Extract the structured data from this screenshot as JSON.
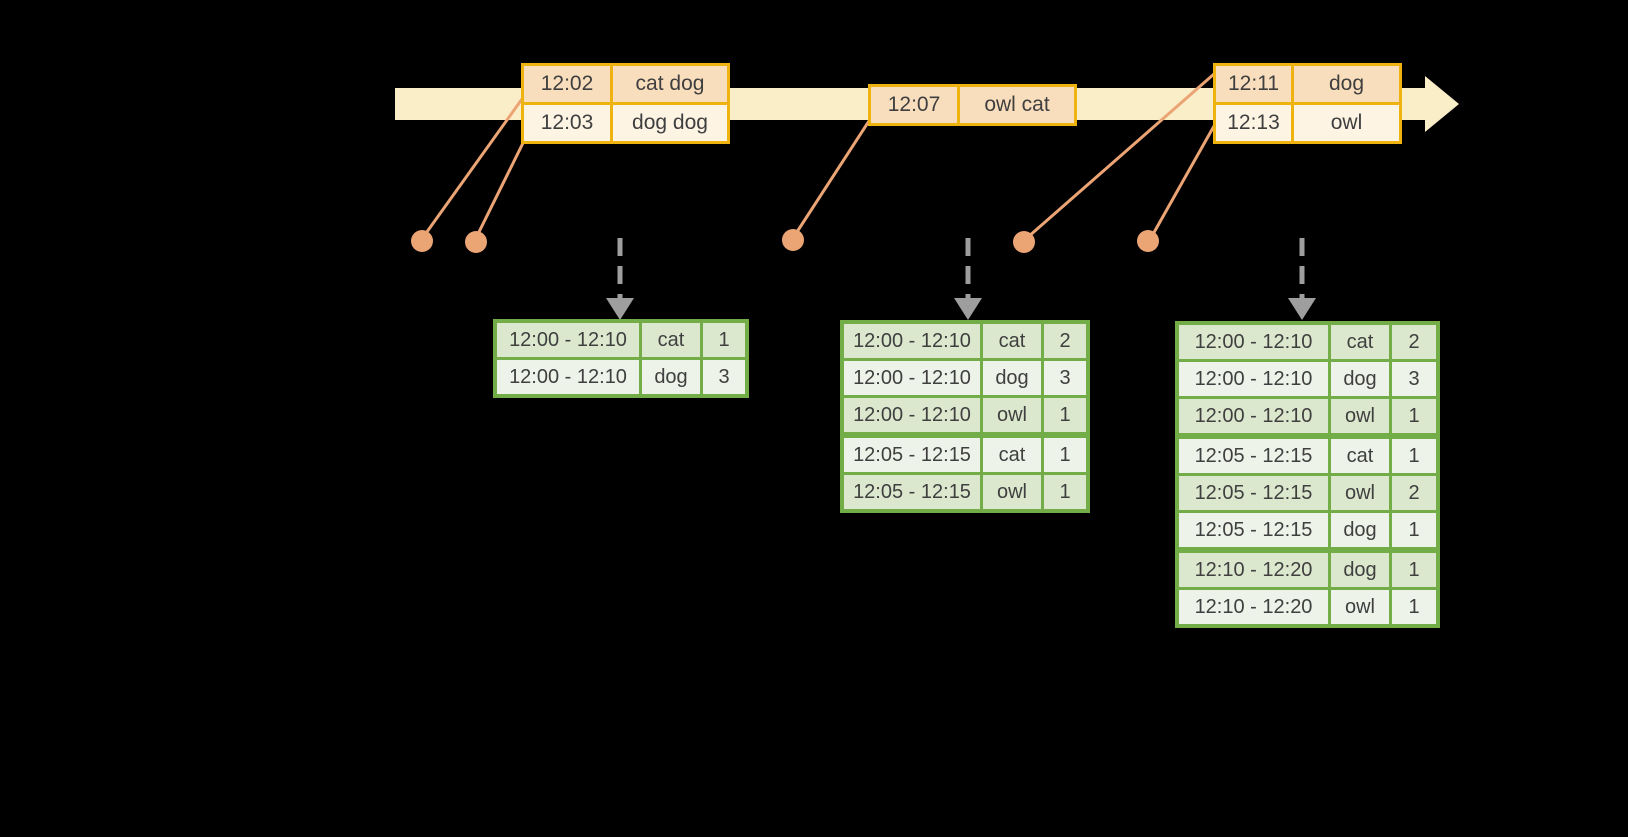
{
  "colors": {
    "canvas": "#000000",
    "timeline": "#FAEEC8",
    "gold": "#EFB310",
    "evDark": "#F9DEBD",
    "evLight": "#FDF4E4",
    "connector": "#EBA474",
    "grayArrow": "#9E9E9E",
    "green": "#72AD47",
    "resDark": "#DCE8CE",
    "resLight": "#EEF3E9",
    "text": "#3F3F3F"
  },
  "event_groups": [
    {
      "rows": [
        [
          "12:02",
          "cat dog"
        ],
        [
          "12:03",
          "dog dog"
        ]
      ]
    },
    {
      "rows": [
        [
          "12:07",
          "owl cat"
        ]
      ]
    },
    {
      "rows": [
        [
          "12:11",
          "dog"
        ],
        [
          "12:13",
          "owl"
        ]
      ]
    }
  ],
  "result_tables": [
    {
      "rows": [
        [
          "12:00 - 12:10",
          "cat",
          "1"
        ],
        [
          "12:00 - 12:10",
          "dog",
          "3"
        ]
      ],
      "group_breaks": []
    },
    {
      "rows": [
        [
          "12:00 - 12:10",
          "cat",
          "2"
        ],
        [
          "12:00 - 12:10",
          "dog",
          "3"
        ],
        [
          "12:00 - 12:10",
          "owl",
          "1"
        ],
        [
          "12:05 - 12:15",
          "cat",
          "1"
        ],
        [
          "12:05 - 12:15",
          "owl",
          "1"
        ]
      ],
      "group_breaks": [
        3
      ]
    },
    {
      "rows": [
        [
          "12:00 - 12:10",
          "cat",
          "2"
        ],
        [
          "12:00 - 12:10",
          "dog",
          "3"
        ],
        [
          "12:00 - 12:10",
          "owl",
          "1"
        ],
        [
          "12:05 - 12:15",
          "cat",
          "1"
        ],
        [
          "12:05 - 12:15",
          "owl",
          "2"
        ],
        [
          "12:05 - 12:15",
          "dog",
          "1"
        ],
        [
          "12:10 - 12:20",
          "dog",
          "1"
        ],
        [
          "12:10 - 12:20",
          "owl",
          "1"
        ]
      ],
      "group_breaks": [
        3,
        6
      ]
    }
  ]
}
